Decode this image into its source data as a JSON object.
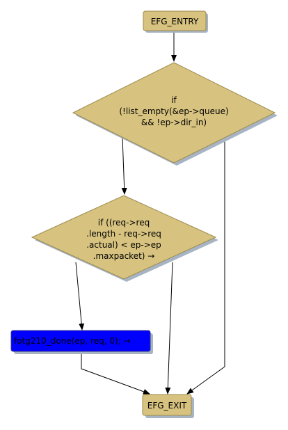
{
  "colors": {
    "decision_fill": "#d7c37f",
    "decision_stroke": "#9c8a4e",
    "terminal_fill": "#d7c37f",
    "call_fill": "#0000ff",
    "shadow": "#a7b4c4",
    "edge": "#000000"
  },
  "nodes": {
    "entry": {
      "label": "EFG_ENTRY"
    },
    "decision1": {
      "lines": [
        "if",
        "(!list_empty(&ep->queue)",
        "&& !ep->dir_in)"
      ]
    },
    "decision2": {
      "lines": [
        "if ((req->req",
        ".length - req->req",
        ".actual) < ep->ep",
        ".maxpacket) →"
      ]
    },
    "call": {
      "label": "fotg210_done(ep, req, 0); →"
    },
    "exit": {
      "label": "EFG_EXIT"
    }
  }
}
